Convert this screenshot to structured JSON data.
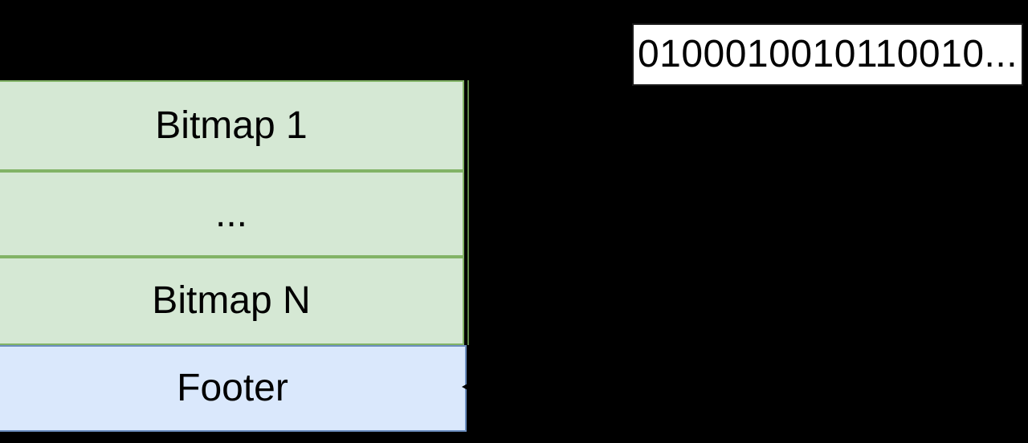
{
  "diagram": {
    "title_hint": "bitmap file layout",
    "stack": {
      "rows": [
        {
          "label": "Bitmap 1",
          "kind": "bitmap"
        },
        {
          "label": "...",
          "kind": "bitmap-ellipsis"
        },
        {
          "label": "Bitmap N",
          "kind": "bitmap"
        },
        {
          "label": "Footer",
          "kind": "footer"
        }
      ]
    },
    "binary_box": {
      "value": "0100010010110010..."
    }
  },
  "colors": {
    "bg": "#000000",
    "green_fill": "#d5e8d4",
    "green_stroke": "#82b366",
    "blue_fill": "#dae8fc",
    "blue_stroke": "#6c8ebf",
    "binary_bg": "#ffffff",
    "binary_stroke": "#1a1a1a",
    "text": "#000000",
    "edge_line": "#5f8549"
  }
}
